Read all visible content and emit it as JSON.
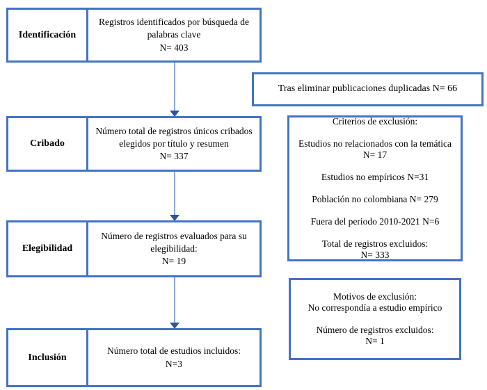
{
  "colors": {
    "border": "#4472C4",
    "arrow_line": "#8FAADC",
    "arrow_head": "#2F5597",
    "text": "#000000",
    "background": "#FFFFFF"
  },
  "stages": [
    {
      "label": "Identificación",
      "content": "Registros identificados por búsqueda de palabras clave\nN= 403"
    },
    {
      "label": "Cribado",
      "content": "Número total de registros únicos cribados elegidos por título y resumen\nN= 337"
    },
    {
      "label": "Elegibilidad",
      "content": "Número de registros evaluados para su elegibilidad:\nN= 19"
    },
    {
      "label": "Inclusión",
      "content": "Número total de estudios incluidos:\nN=3"
    }
  ],
  "side_boxes": {
    "duplicates": {
      "text": "Tras eliminar publicaciones duplicadas N= 66"
    },
    "exclusion_criteria": {
      "text": "Criterios de exclusión:\n\nEstudios no relacionados con la temática N= 17\n\nEstudios no empíricos N=31\n\nPoblación no colombiana N= 279\n\nFuera del periodo 2010-2021 N=6\n\nTotal de registros excluidos:\nN= 333"
    },
    "exclusion_reasons": {
      "text": "Motivos de exclusión:\nNo correspondía a estudio empírico\n\nNúmero de registros excluidos:\nN= 1"
    }
  }
}
